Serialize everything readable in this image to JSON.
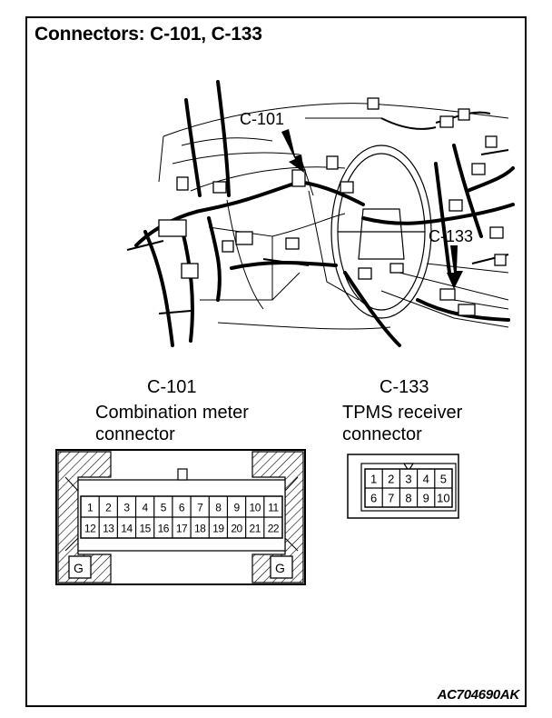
{
  "title": "Connectors: C-101, C-133",
  "illustration": {
    "callout_c101": "C-101",
    "callout_c133": "C-133"
  },
  "connector_c101": {
    "id": "C-101",
    "desc_line1": "Combination meter",
    "desc_line2": "connector",
    "pins_top": [
      "1",
      "2",
      "3",
      "4",
      "5",
      "6",
      "7",
      "8",
      "9",
      "10",
      "11"
    ],
    "pins_bottom": [
      "12",
      "13",
      "14",
      "15",
      "16",
      "17",
      "18",
      "19",
      "20",
      "21",
      "22"
    ],
    "ground_label": "G"
  },
  "connector_c133": {
    "id": "C-133",
    "desc_line1": "TPMS receiver",
    "desc_line2": "connector",
    "pins_top": [
      "1",
      "2",
      "3",
      "4",
      "5"
    ],
    "pins_bottom": [
      "6",
      "7",
      "8",
      "9",
      "10"
    ]
  },
  "figure_code": "AC704690AK"
}
